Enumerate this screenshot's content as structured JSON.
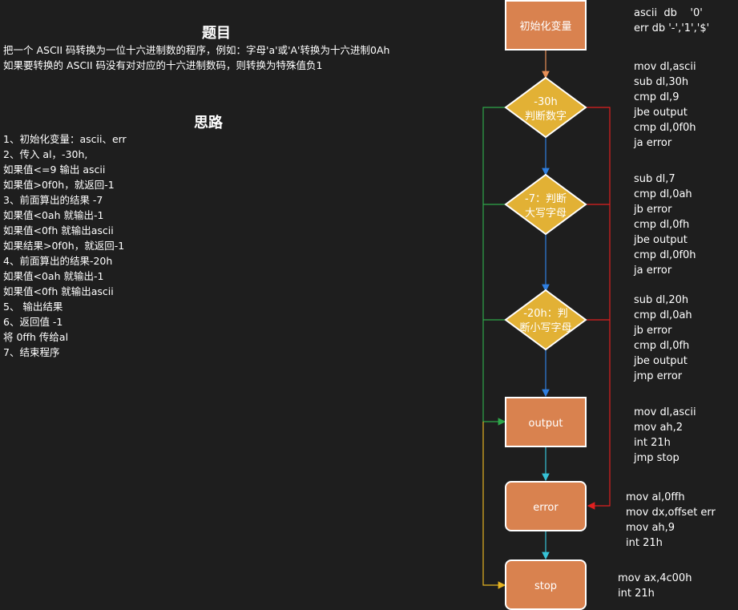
{
  "problem": {
    "title": "题目",
    "lines": [
      "把一个 ASCII 码转换为一位十六进制数的程序，例如：字母'a'或'A'转换为十六进制0Ah",
      "如果要转换的 ASCII 码没有对对应的十六进制数码，则转换为特殊值负1"
    ]
  },
  "thinking": {
    "title": "思路",
    "steps": [
      "1、初始化变量：ascii、err",
      "2、传入 al，-30h,",
      "如果值<=9 输出 ascii",
      "如果值>0f0h，就返回-1",
      "3、前面算出的结果 -7",
      "如果值<0ah 就输出-1",
      "如果值<0fh 就输出ascii",
      "如果结果>0f0h，就返回-1",
      "4、前面算出的结果-20h",
      "如果值<0ah 就输出-1",
      "如果值<0fh 就输出ascii",
      "5、 输出结果",
      "6、返回值 -1",
      "将 0ffh 传给al",
      "7、结束程序"
    ]
  },
  "flowchart": {
    "init": "初始化变量",
    "d1": [
      "-30h",
      "判断数字"
    ],
    "d2": [
      "-7：判断",
      "大写字母"
    ],
    "d3": [
      "-20h：判",
      "断小写字母"
    ],
    "output": "output",
    "error": "error",
    "stop": "stop"
  },
  "code": {
    "init": [
      "ascii  db    '0'",
      "err db '-','1','$'"
    ],
    "num": [
      "mov dl,ascii",
      "sub dl,30h",
      "cmp dl,9",
      "jbe output",
      "cmp dl,0f0h",
      "ja error"
    ],
    "upper": [
      "sub dl,7",
      "cmp dl,0ah",
      "jb error",
      "cmp dl,0fh",
      "jbe output",
      "cmp dl,0f0h",
      "ja error"
    ],
    "lower": [
      "sub dl,20h",
      "cmp dl,0ah",
      "jb error",
      "cmp dl,0fh",
      "jbe output",
      "jmp error"
    ],
    "output": [
      "mov dl,ascii",
      "mov ah,2",
      "int 21h",
      "jmp stop"
    ],
    "error": [
      "mov al,0ffh",
      "mov dx,offset err",
      "mov ah,9",
      "int 21h"
    ],
    "stop": [
      "mov ax,4c00h",
      "int 21h"
    ]
  },
  "colors": {
    "background": "#1e1e1e",
    "process_fill": "#d9824f",
    "decision_fill": "#e2b135",
    "arrow_blue": "#2f7fe0",
    "arrow_green": "#2ea84a",
    "arrow_red": "#e02020",
    "arrow_cyan": "#36c2d6",
    "arrow_yellow": "#e6b422",
    "arrow_orange": "#e89058"
  }
}
